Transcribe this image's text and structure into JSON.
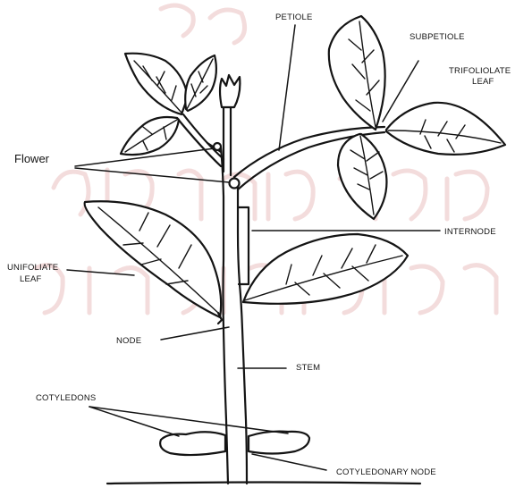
{
  "labels": {
    "petiole": "PETIOLE",
    "subpetiole": "SUBPETIOLE",
    "trifoliolate_line1": "TRIFOLIOLATE",
    "trifoliolate_line2": "LEAF",
    "flower": "Flower",
    "internode": "INTERNODE",
    "unifoliate_line1": "UNIFOLIATE",
    "unifoliate_line2": "LEAF",
    "node": "NODE",
    "stem": "STEM",
    "cotyledons": "COTYLEDONS",
    "cotyledonary_node": "COTYLEDONARY NODE"
  },
  "colors": {
    "ink": "#141414",
    "watermark": "#f3dcdc",
    "background": "#ffffff"
  }
}
